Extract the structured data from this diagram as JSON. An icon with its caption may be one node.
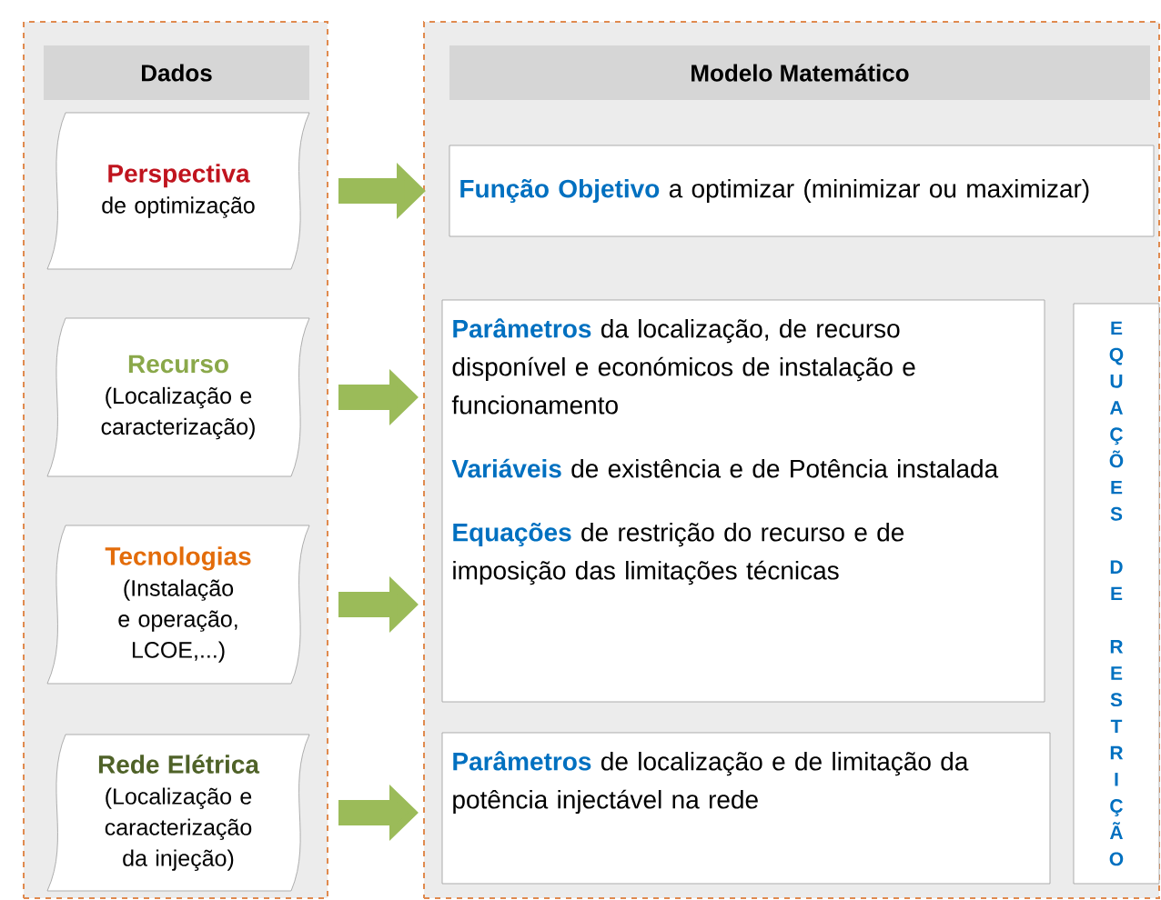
{
  "diagram": {
    "nodes": [
      {
        "text": [
          "Dados"
        ]
      },
      {
        "text": [
          "Perspectiva",
          "de optimização"
        ],
        "in": 0
      },
      {
        "text": [
          "Recurso",
          "(Localização e caracterização)"
        ],
        "in": 0
      },
      {
        "text": [
          "Tecnologias",
          "(Instalação e operação, LCOE,...)"
        ],
        "in": 0
      },
      {
        "text": [
          "Rede Elétrica",
          "(Localização e caracterização da injeção)"
        ],
        "in": 0
      },
      {
        "text": [
          "Modelo Matemático"
        ]
      },
      {
        "text": [
          "**Função Objetivo** a optimizar (minimizar ou maximizar)"
        ],
        "in": 5
      },
      {
        "text": [
          "**Parâmetros** da localização, de recurso disponível e económicos de instalação e funcionamento",
          "**Variáveis** de existência e de Potência instalada",
          "**Equações** de restrição do recurso e de imposição das limitações técnicas"
        ],
        "in": 5
      },
      {
        "text": [
          "**Parâmetros** de localização e de limitação da potência injectável na rede"
        ],
        "in": 5
      },
      {
        "text": [
          "EQUAÇÕES DE RESTRIÇÃO"
        ],
        "in": 5
      }
    ],
    "edges": [
      {
        "from": 1,
        "to": 6,
        "arrow": "to"
      },
      {
        "from": 2,
        "to": 7,
        "arrow": "to"
      },
      {
        "from": 3,
        "to": 7,
        "arrow": "to"
      },
      {
        "from": 4,
        "to": 8,
        "arrow": "to"
      }
    ]
  }
}
